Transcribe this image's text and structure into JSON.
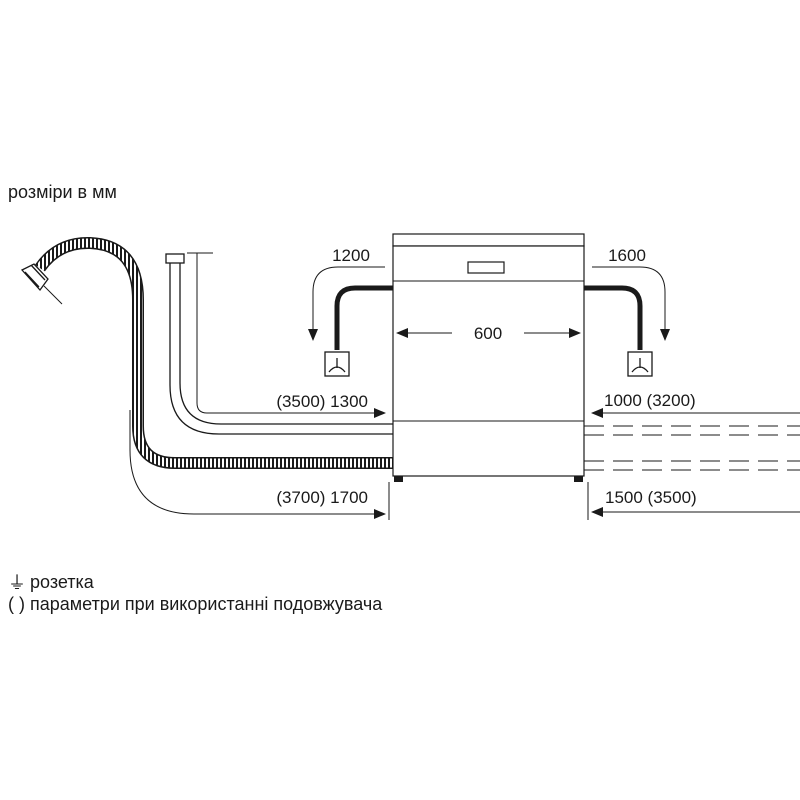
{
  "units_note": "розміри в мм",
  "dimensions": {
    "width": "600",
    "left_socket_reach": "1200",
    "right_socket_reach": "1600",
    "left_drain_hose": "(3500) 1300",
    "left_inlet_hose": "(3700) 1700",
    "right_drain_hose": "1000 (3200)",
    "right_inlet_hose": "1500 (3500)"
  },
  "legend": {
    "socket_symbol": "⏚",
    "socket_label": "розетка",
    "brackets_symbol": "( )",
    "brackets_label": "параметри при використанні подовжувача"
  }
}
